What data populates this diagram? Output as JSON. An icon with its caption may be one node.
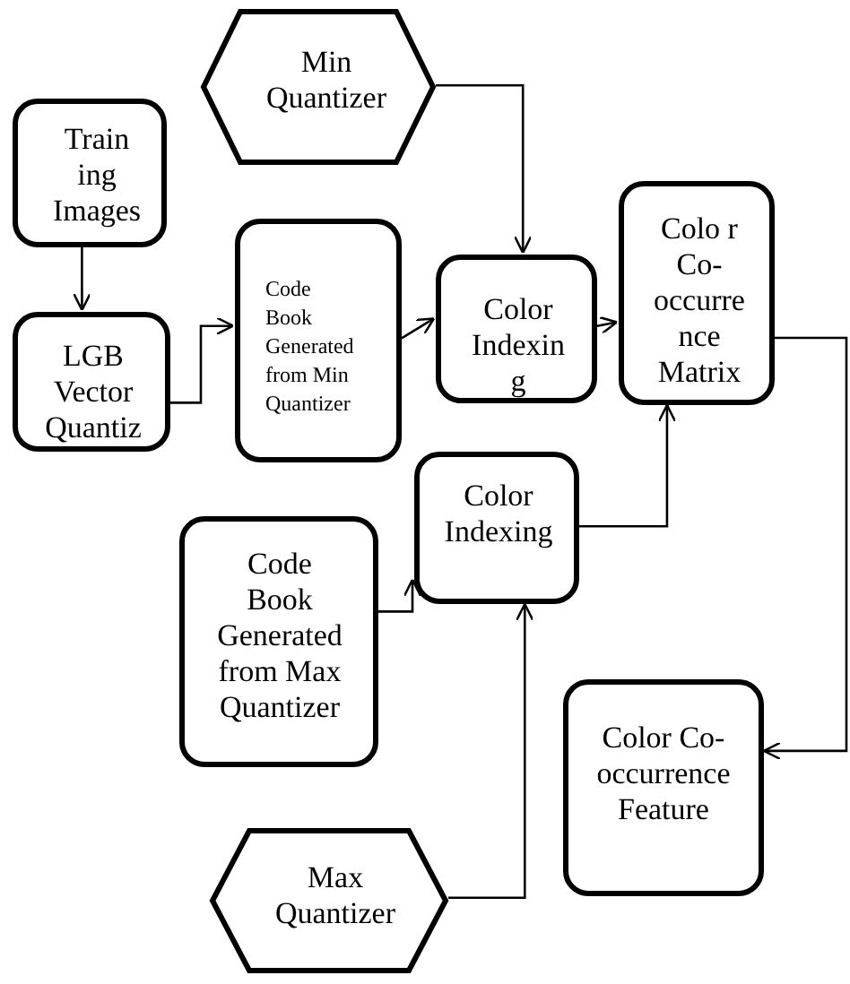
{
  "diagram": {
    "nodes": [
      {
        "text": [
          "Min Quantizer"
        ]
      },
      {
        "text": [
          "Train ing Images"
        ]
      },
      {
        "text": [
          "LGB Vector Quantiz"
        ]
      },
      {
        "text": [
          "Code Book Generated from Min Quantizer"
        ]
      },
      {
        "text": [
          "Color Indexin g"
        ]
      },
      {
        "text": [
          "Colo r Co- occurre nce Matrix"
        ]
      },
      {
        "text": [
          "Color Indexing"
        ]
      },
      {
        "text": [
          "Code Book Generated from Max Quantizer"
        ]
      },
      {
        "text": [
          "Color Co- occurrence Feature"
        ]
      },
      {
        "text": [
          "Max Quantizer"
        ]
      }
    ],
    "edges": [
      {
        "from": 0,
        "to": 4,
        "arrow": "to"
      },
      {
        "from": 1,
        "to": 2,
        "arrow": "to"
      },
      {
        "from": 2,
        "to": 3,
        "arrow": "to"
      },
      {
        "from": 3,
        "to": 4,
        "arrow": "to"
      },
      {
        "from": 4,
        "to": 5,
        "arrow": "to"
      },
      {
        "from": 6,
        "to": 5,
        "arrow": "to"
      },
      {
        "from": 7,
        "to": 6,
        "arrow": "to"
      },
      {
        "from": 9,
        "to": 6,
        "arrow": "to"
      },
      {
        "from": 5,
        "to": 8,
        "arrow": "to"
      }
    ]
  }
}
